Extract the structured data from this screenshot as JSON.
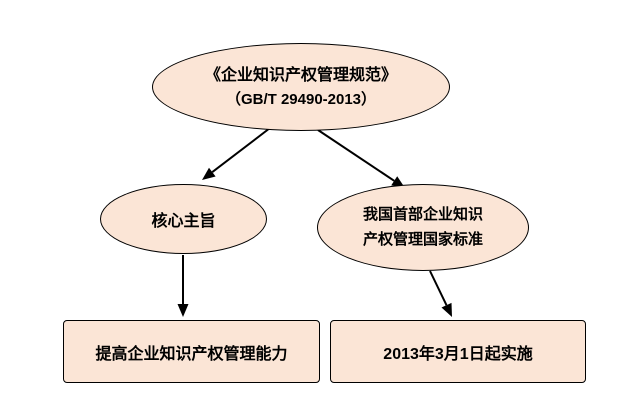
{
  "colors": {
    "node_fill": "#fbe5d6",
    "node_border": "#000000",
    "arrow_color": "#000000",
    "page_bg": "#ffffff",
    "text_color": "#000000"
  },
  "nodes": {
    "root": {
      "title": "《企业知识产权管理规范》",
      "subtitle": "（GB/T 29490-2013）"
    },
    "core": {
      "label": "核心主旨"
    },
    "first_standard": {
      "line1": "我国首部企业知识",
      "line2": "产权管理国家标准"
    },
    "improve": {
      "label": "提高企业知识产权管理能力"
    },
    "implement": {
      "label": "2013年3月1日起实施"
    }
  }
}
